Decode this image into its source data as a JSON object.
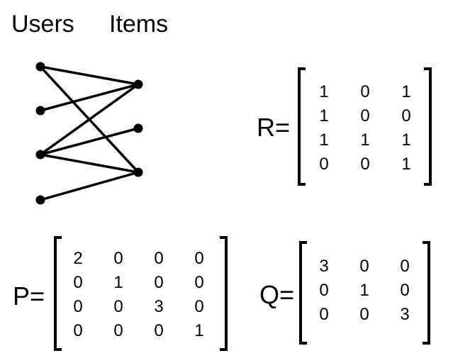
{
  "labels": {
    "users": "Users",
    "items": "Items"
  },
  "graph": {
    "users": [
      "u1",
      "u2",
      "u3",
      "u4"
    ],
    "items": [
      "i1",
      "i2",
      "i3"
    ],
    "edges": [
      [
        "u1",
        "i1"
      ],
      [
        "u1",
        "i3"
      ],
      [
        "u2",
        "i1"
      ],
      [
        "u3",
        "i1"
      ],
      [
        "u3",
        "i2"
      ],
      [
        "u3",
        "i3"
      ],
      [
        "u4",
        "i3"
      ]
    ]
  },
  "matrices": {
    "R": {
      "label": "R=",
      "rows": [
        [
          "1",
          "0",
          "1"
        ],
        [
          "1",
          "0",
          "0"
        ],
        [
          "1",
          "1",
          "1"
        ],
        [
          "0",
          "0",
          "1"
        ]
      ]
    },
    "P": {
      "label": "P=",
      "rows": [
        [
          "2",
          "0",
          "0",
          "0"
        ],
        [
          "0",
          "1",
          "0",
          "0"
        ],
        [
          "0",
          "0",
          "3",
          "0"
        ],
        [
          "0",
          "0",
          "0",
          "1"
        ]
      ]
    },
    "Q": {
      "label": "Q=",
      "rows": [
        [
          "3",
          "0",
          "0"
        ],
        [
          "0",
          "1",
          "0"
        ],
        [
          "0",
          "0",
          "3"
        ]
      ]
    }
  }
}
